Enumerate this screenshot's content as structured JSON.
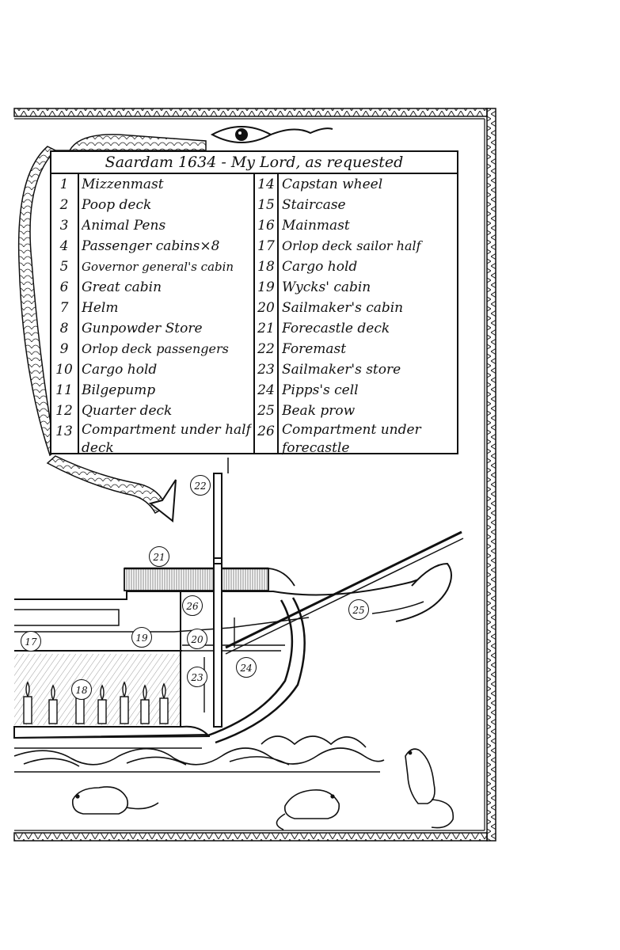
{
  "legend": {
    "title": "Saardam 1634 - My Lord, as requested",
    "left": [
      {
        "num": "1",
        "label": "Mizzenmast"
      },
      {
        "num": "2",
        "label": "Poop deck"
      },
      {
        "num": "3",
        "label": "Animal Pens"
      },
      {
        "num": "4",
        "label": "Passenger cabins×8"
      },
      {
        "num": "5",
        "label": "Governor general's cabin"
      },
      {
        "num": "6",
        "label": "Great cabin"
      },
      {
        "num": "7",
        "label": "Helm"
      },
      {
        "num": "8",
        "label": "Gunpowder Store"
      },
      {
        "num": "9",
        "label": "Orlop deck passengers"
      },
      {
        "num": "10",
        "label": "Cargo hold"
      },
      {
        "num": "11",
        "label": "Bilgepump"
      },
      {
        "num": "12",
        "label": "Quarter deck"
      },
      {
        "num": "13",
        "label": "Compartment under half deck"
      }
    ],
    "right": [
      {
        "num": "14",
        "label": "Capstan wheel"
      },
      {
        "num": "15",
        "label": "Staircase"
      },
      {
        "num": "16",
        "label": "Mainmast"
      },
      {
        "num": "17",
        "label": "Orlop deck sailor half"
      },
      {
        "num": "18",
        "label": "Cargo hold"
      },
      {
        "num": "19",
        "label": "Wycks' cabin"
      },
      {
        "num": "20",
        "label": "Sailmaker's cabin"
      },
      {
        "num": "21",
        "label": "Forecastle deck"
      },
      {
        "num": "22",
        "label": "Foremast"
      },
      {
        "num": "23",
        "label": "Sailmaker's store"
      },
      {
        "num": "24",
        "label": "Pipps's cell"
      },
      {
        "num": "25",
        "label": "Beak prow"
      },
      {
        "num": "26",
        "label": "Compartment under forecastle"
      }
    ]
  },
  "callouts": {
    "c17": "17",
    "c18": "18",
    "c19": "19",
    "c20": "20",
    "c21": "21",
    "c22": "22",
    "c23": "23",
    "c24": "24",
    "c25": "25",
    "c26": "26"
  },
  "icons": {
    "eye": "eye-icon",
    "serpent": "sea-serpent-illustration",
    "ship": "ship-cross-section-illustration",
    "rats": "rat-illustration"
  },
  "colors": {
    "ink": "#111111",
    "paper": "#ffffff"
  }
}
